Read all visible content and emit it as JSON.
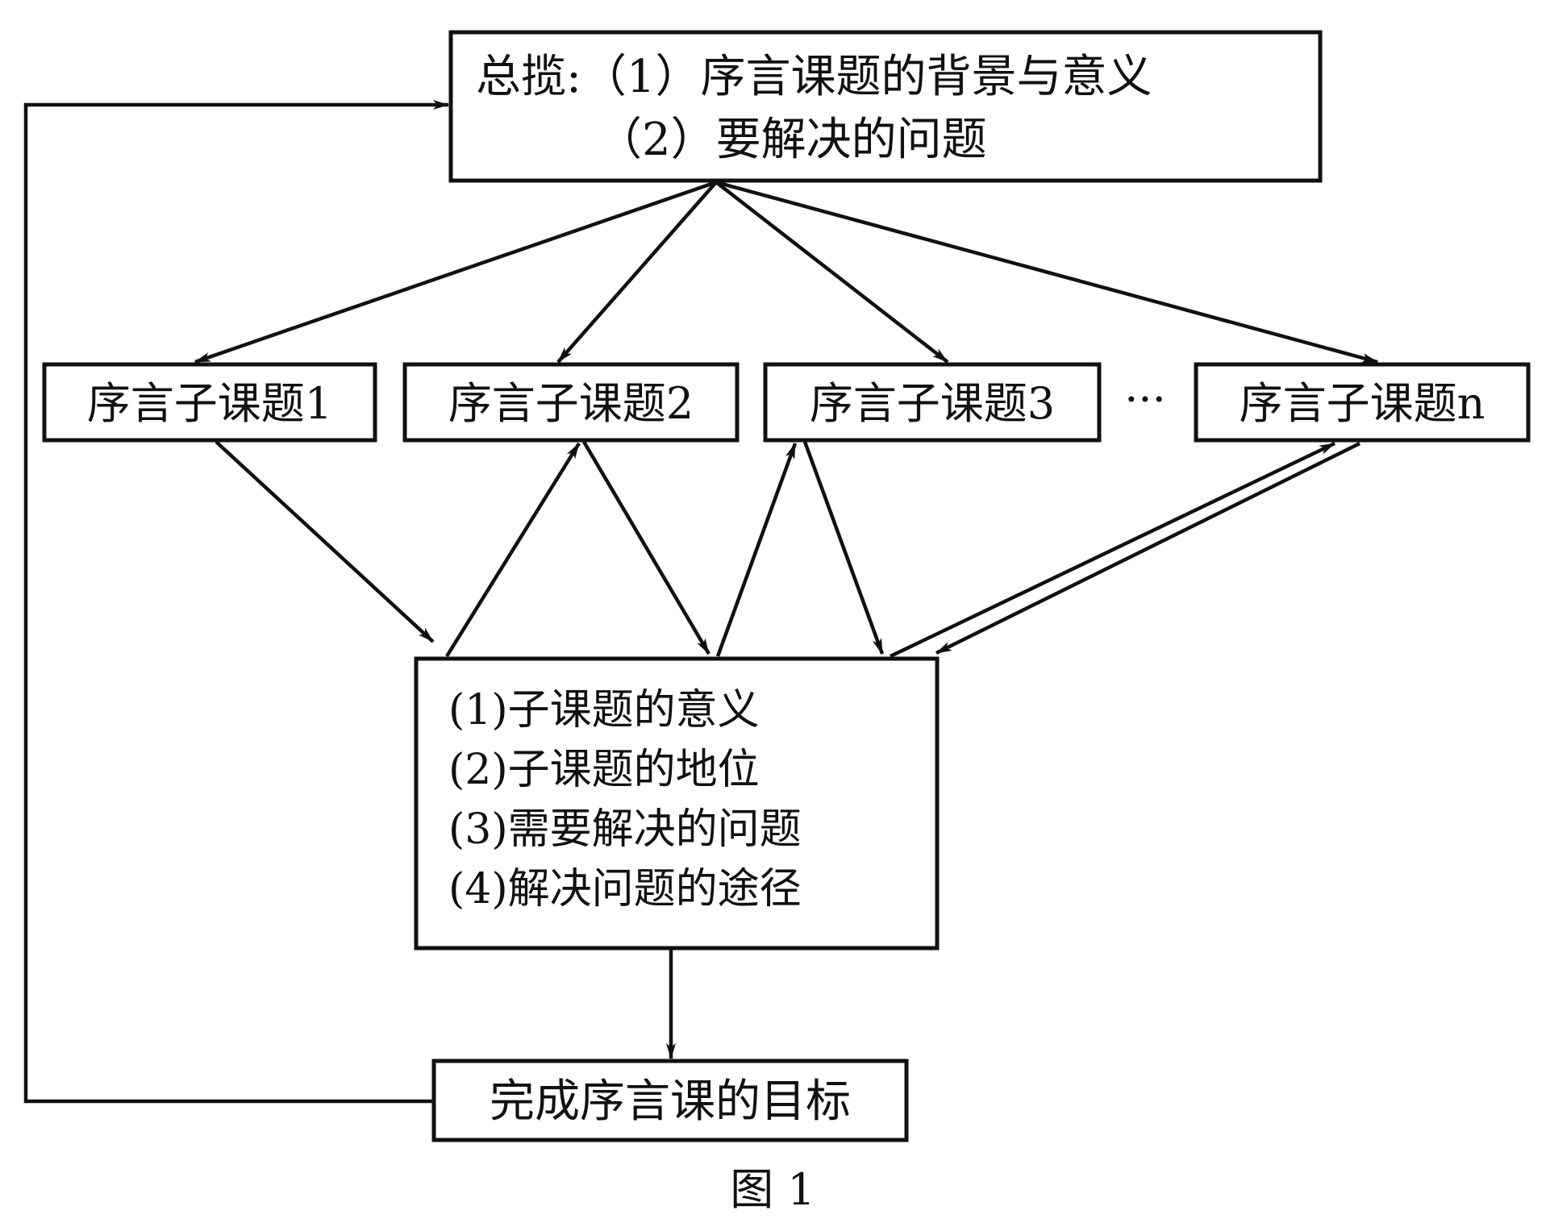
{
  "overview": {
    "line1": "总揽:（1）序言课题的背景与意义",
    "line2": "（2）要解决的问题"
  },
  "subtopics": [
    {
      "label": "序言子课题1"
    },
    {
      "label": "序言子课题2"
    },
    {
      "label": "序言子课题3"
    },
    {
      "label": "序言子课题n"
    }
  ],
  "ellipsis": "···",
  "details": {
    "item1": "(1)子课题的意义",
    "item2": "(2)子课题的地位",
    "item3": "(3)需要解决的问题",
    "item4": "(4)解决问题的途径"
  },
  "goal": {
    "label": "完成序言课的目标"
  },
  "caption": "图 1"
}
